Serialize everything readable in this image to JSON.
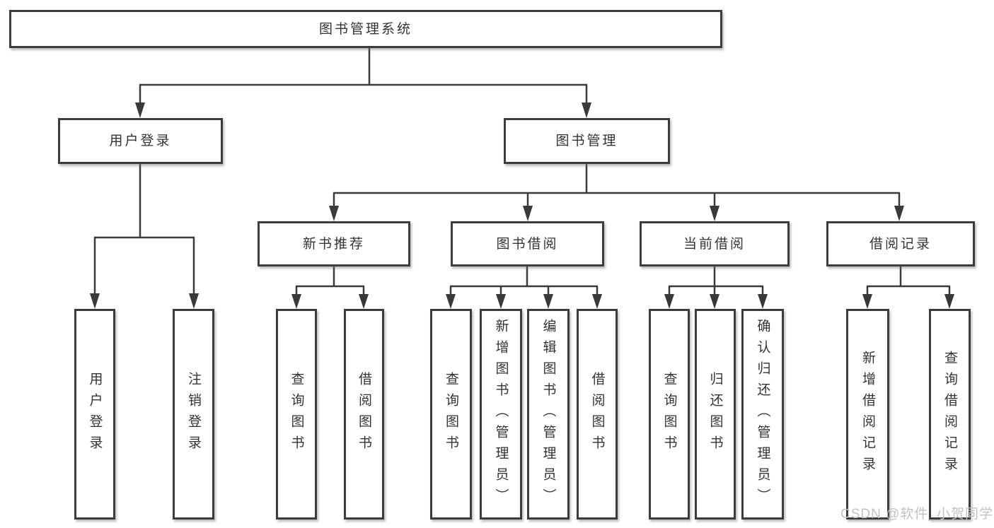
{
  "tree": {
    "root": {
      "label": "图书管理系统",
      "children": [
        {
          "label": "用户登录",
          "children": [
            {
              "label": "用户登录"
            },
            {
              "label": "注销登录"
            }
          ]
        },
        {
          "label": "图书管理",
          "children": [
            {
              "label": "新书推荐",
              "children": [
                {
                  "label": "查询图书"
                },
                {
                  "label": "借阅图书"
                }
              ]
            },
            {
              "label": "图书借阅",
              "children": [
                {
                  "label": "查询图书"
                },
                {
                  "label": "新增图书（管理员）"
                },
                {
                  "label": "编辑图书（管理员）"
                },
                {
                  "label": "借阅图书"
                }
              ]
            },
            {
              "label": "当前借阅",
              "children": [
                {
                  "label": "查询图书"
                },
                {
                  "label": "归还图书"
                },
                {
                  "label": "确认归还（管理员）"
                }
              ]
            },
            {
              "label": "借阅记录",
              "children": [
                {
                  "label": "新增借阅记录"
                },
                {
                  "label": "查询借阅记录"
                }
              ]
            }
          ]
        }
      ]
    }
  },
  "watermark": {
    "text": "CSDN @软件_小贺同学"
  },
  "colors": {
    "line": "#3a3a3a",
    "box_border": "#3c3c3c",
    "text": "#333333",
    "watermark": "#c2c2c2",
    "background": "#ffffff"
  }
}
